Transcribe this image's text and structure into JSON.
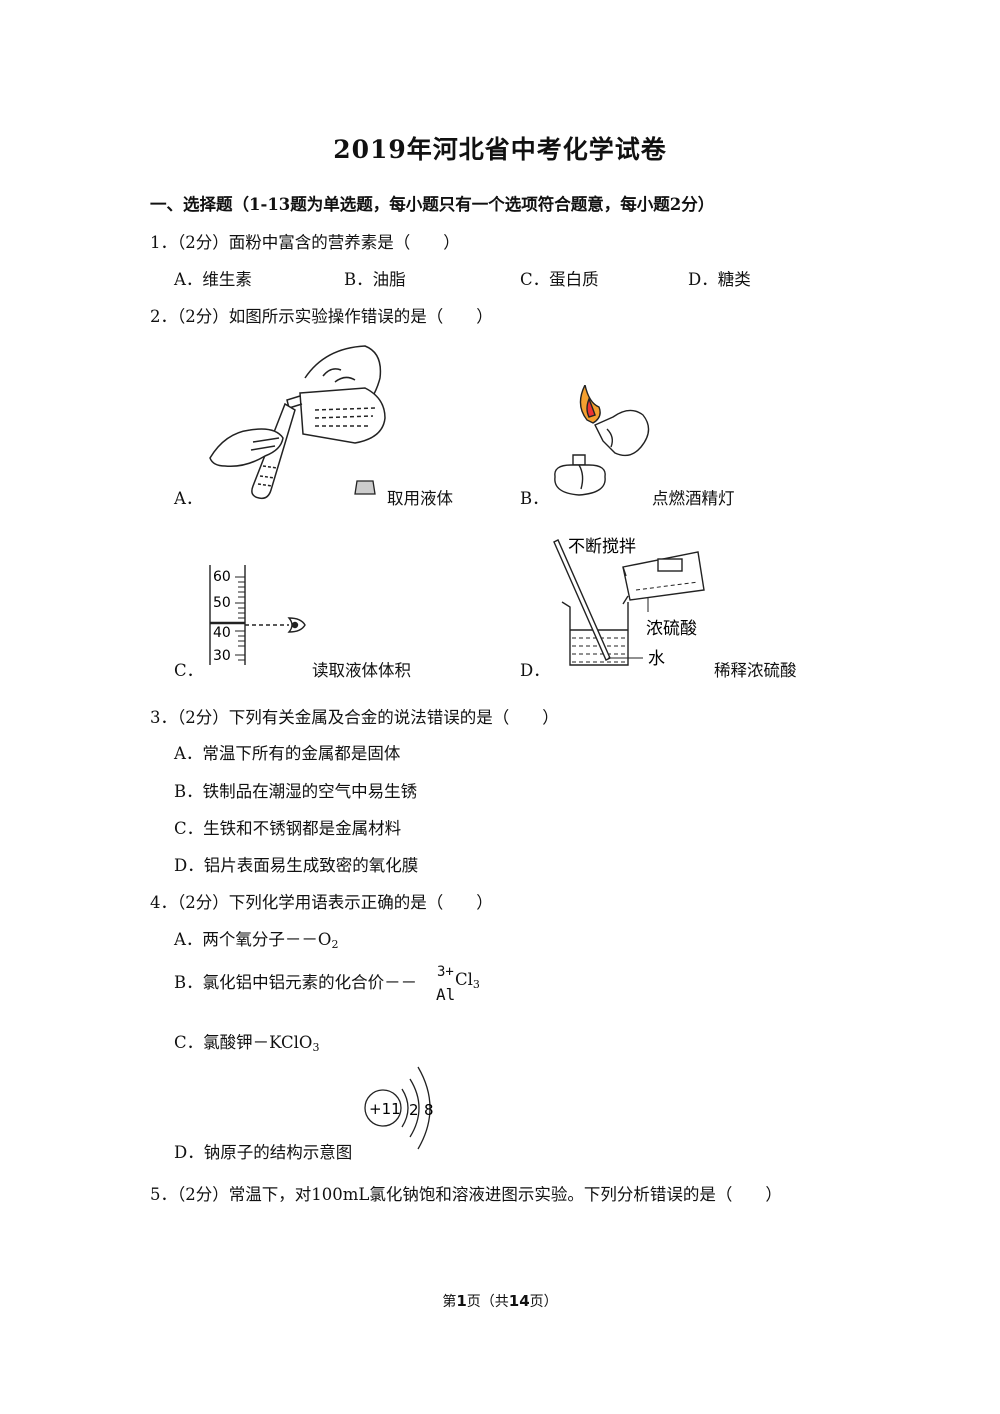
{
  "title": "2019年河北省中考化学试卷",
  "section_header": "一、选择题（1-13题为单选题，每小题只有一个选项符合题意，每小题2分）",
  "q1": {
    "stem": "1．（2分）面粉中富含的营养素是（　　）",
    "options": [
      "A．维生素",
      "B．油脂",
      "C．蛋白质",
      "D．糖类"
    ]
  },
  "q2": {
    "stem": "2．（2分）如图所示实验操作错误的是（　　）",
    "fig_a": {
      "letter": "A．",
      "caption": "取用液体"
    },
    "fig_b": {
      "letter": "B．",
      "caption": "点燃酒精灯"
    },
    "fig_c": {
      "letter": "C．",
      "caption": "读取液体体积",
      "scale_labels": [
        "60",
        "50",
        "40",
        "30"
      ]
    },
    "fig_d": {
      "letter": "D．",
      "caption": "稀释浓硫酸",
      "label_stir": "不断搅拌",
      "label_acid": "浓硫酸",
      "label_water": "水"
    }
  },
  "q3": {
    "stem": "3．（2分）下列有关金属及合金的说法错误的是（　　）",
    "options": [
      "A．常温下所有的金属都是固体",
      "B．铁制品在潮湿的空气中易生锈",
      "C．生铁和不锈钢都是金属材料",
      "D．铝片表面易生成致密的氧化膜"
    ]
  },
  "q4": {
    "stem": "4．（2分）下列化学用语表示正确的是（　　）",
    "opt_a_text": "A．两个氧分子－－O",
    "opt_a_sub": "2",
    "opt_b_text": "B．氯化铝中铝元素的化合价－－",
    "opt_b_charge": "3+",
    "opt_b_cl": "Cl",
    "opt_b_sub": "3",
    "opt_b_al": "Al",
    "opt_c_text": "C．氯酸钾－KClO",
    "opt_c_sub": "3",
    "opt_d_text": "D．钠原子的结构示意图",
    "nucleus": "+11",
    "shell_1": "2",
    "shell_2": "8"
  },
  "q5": {
    "stem": "5．（2分）常温下，对100mL氯化钠饱和溶液进图示实验。下列分析错误的是（　　）"
  },
  "footer": {
    "pre": "第",
    "page": "1",
    "mid": "页（共",
    "total": "14",
    "post": "页）"
  }
}
